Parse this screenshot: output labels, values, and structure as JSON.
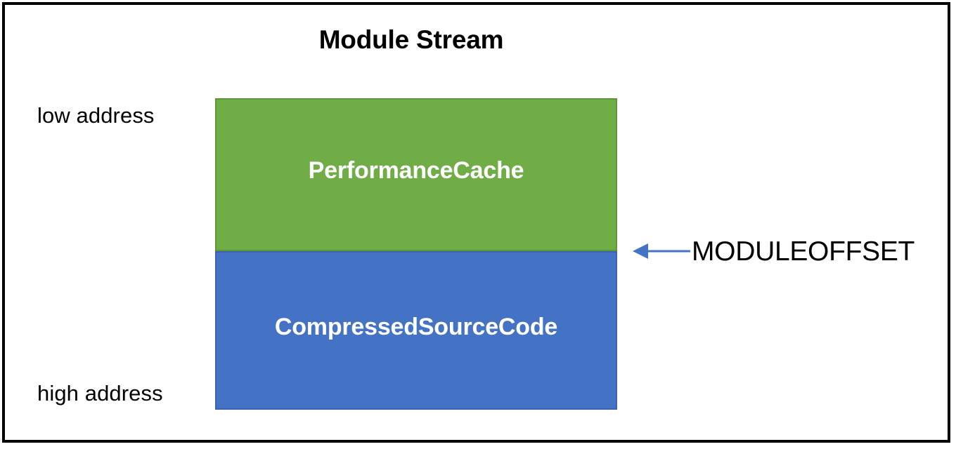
{
  "diagram": {
    "title": "Module Stream",
    "frame": {
      "border_color": "#000000",
      "background": "#ffffff"
    },
    "labels": {
      "low_address": "low address",
      "high_address": "high address"
    },
    "blocks": [
      {
        "id": "performance-cache",
        "label": "PerformanceCache",
        "fill": "#70AD47",
        "stroke": "#5E9639",
        "text_color": "#FFFFFF",
        "position": "top"
      },
      {
        "id": "compressed-source-code",
        "label": "CompressedSourceCode",
        "fill": "#4472C4",
        "stroke": "#3B64AE",
        "text_color": "#FFFFFF",
        "position": "bottom"
      }
    ],
    "callout": {
      "label": "MODULEOFFSET",
      "arrow_direction": "left",
      "arrow_color": "#4472C4",
      "text_color": "#000000",
      "points_to": "boundary between PerformanceCache and CompressedSourceCode"
    },
    "icons": {
      "arrow_left": "arrow-left-icon"
    }
  }
}
